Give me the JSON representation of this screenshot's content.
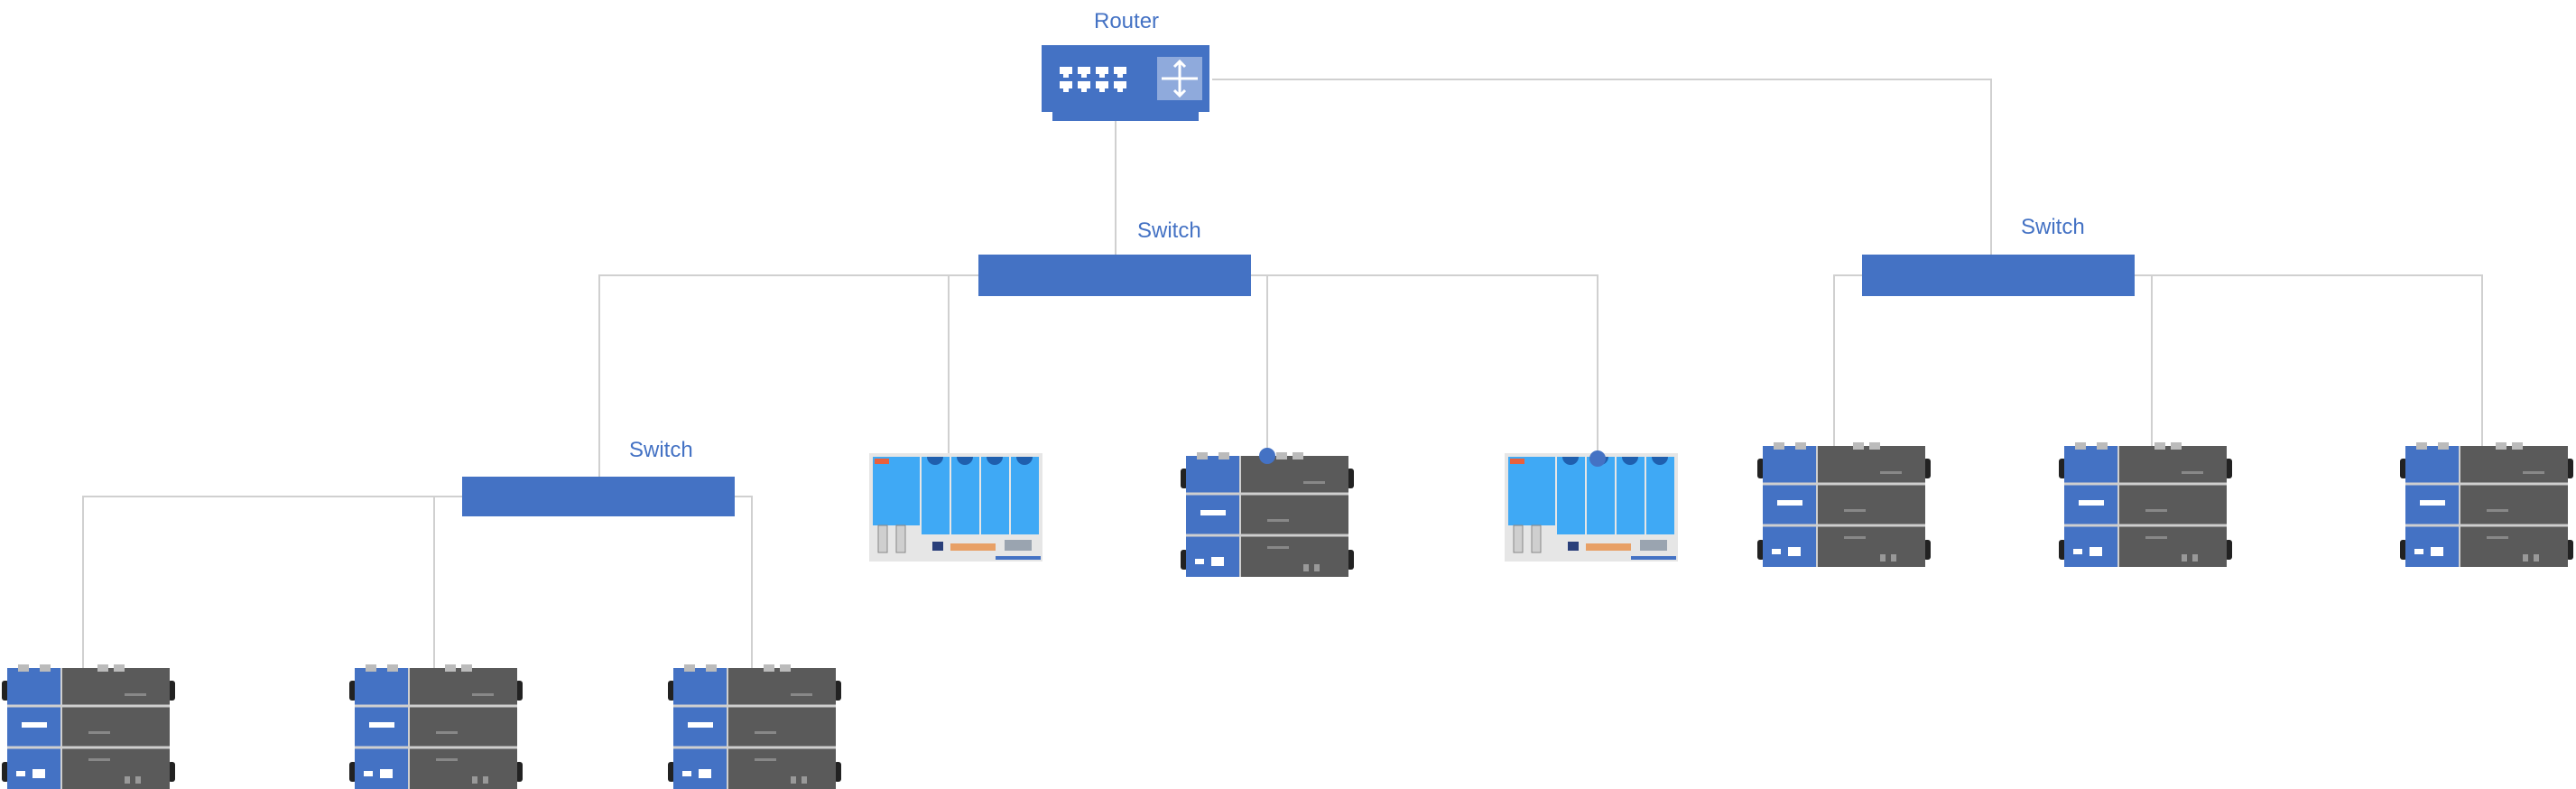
{
  "diagram": {
    "router": {
      "label": "Router"
    },
    "switches": [
      {
        "label": "Switch"
      },
      {
        "label": "Switch"
      },
      {
        "label": "Switch"
      }
    ],
    "devices": [
      {
        "kind": "plc-dark"
      },
      {
        "kind": "plc-dark"
      },
      {
        "kind": "plc-dark"
      },
      {
        "kind": "io-module-light"
      },
      {
        "kind": "plc-dark"
      },
      {
        "kind": "io-module-light"
      },
      {
        "kind": "plc-dark"
      },
      {
        "kind": "plc-dark"
      },
      {
        "kind": "plc-dark"
      }
    ],
    "colors": {
      "accent": "#4472c4",
      "link_line": "#d0d0d0",
      "device_dark": "#5a5a5a",
      "device_light_blue": "#3fa9f5"
    }
  }
}
